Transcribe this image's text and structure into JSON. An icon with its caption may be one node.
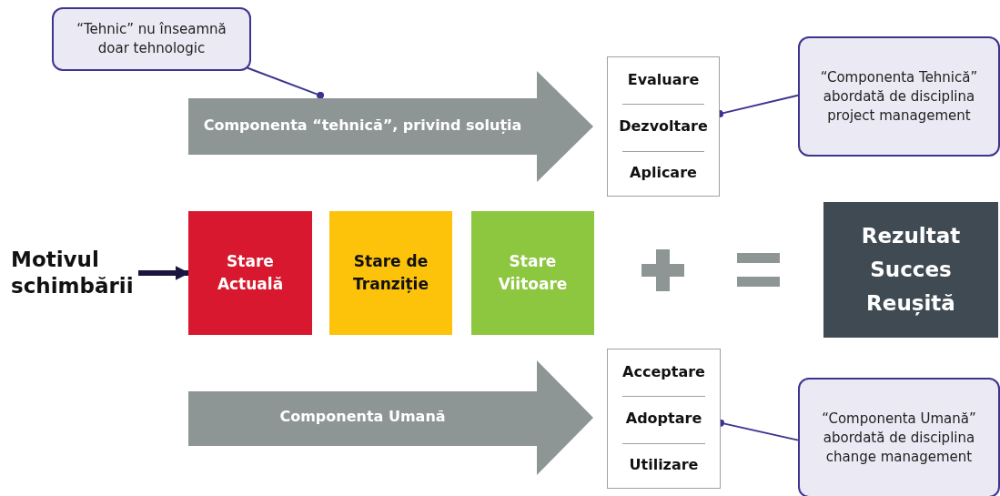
{
  "diagram": {
    "nodes": [
      {
        "text": [
          "“Tehnic” nu înseamnă doar tehnologic"
        ]
      },
      {
        "text": [
          "Componenta “tehnică”, privind soluția"
        ]
      },
      {
        "text": [
          "Evaluare",
          "Dezvoltare",
          "Aplicare"
        ]
      },
      {
        "text": [
          "“Componenta Tehnică” abordată de disciplina project management"
        ]
      },
      {
        "text": [
          "Motivul schimbării"
        ]
      },
      {
        "text": [
          "Stare Actuală"
        ]
      },
      {
        "text": [
          "Stare de Tranziție"
        ]
      },
      {
        "text": [
          "Stare Viitoare"
        ]
      },
      {
        "text": [
          "Rezultat Succes Reușită"
        ]
      },
      {
        "text": [
          "Componenta Umană"
        ]
      },
      {
        "text": [
          "Acceptare",
          "Adoptare",
          "Utilizare"
        ]
      },
      {
        "text": [
          "“Componenta Umană” abordată de disciplina change management"
        ]
      }
    ],
    "edges": [
      {
        "from": 0,
        "to": 1,
        "arrow": "other"
      },
      {
        "from": 3,
        "to": 2,
        "arrow": "other"
      },
      {
        "from": 11,
        "to": 10,
        "arrow": "other"
      },
      {
        "from": 4,
        "to": 5,
        "arrow": "to",
        "style": "thick"
      }
    ]
  }
}
